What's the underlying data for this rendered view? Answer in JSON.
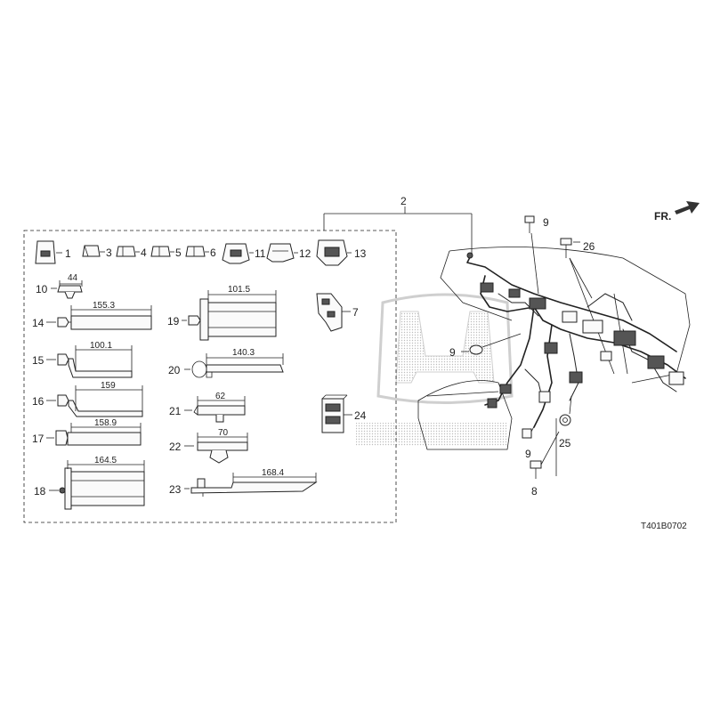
{
  "callouts": {
    "c1": "1",
    "c2": "2",
    "c3": "3",
    "c4": "4",
    "c5": "5",
    "c6": "6",
    "c7": "7",
    "c8": "8",
    "c9a": "9",
    "c9b": "9",
    "c9c": "9",
    "c10": "10",
    "c11": "11",
    "c12": "12",
    "c13": "13",
    "c14": "14",
    "c15": "15",
    "c16": "16",
    "c17": "17",
    "c18": "18",
    "c19": "19",
    "c20": "20",
    "c21": "21",
    "c22": "22",
    "c23": "23",
    "c24": "24",
    "c25": "25",
    "c26": "26"
  },
  "dimensions": {
    "d10": "44",
    "d14": "155.3",
    "d15": "100.1",
    "d16": "159",
    "d17": "158.9",
    "d18": "164.5",
    "d19": "101.5",
    "d20": "140.3",
    "d21": "62",
    "d22": "70",
    "d23": "168.4"
  },
  "direction_label": "FR.",
  "diagram_code": "T401B0702",
  "icons": {
    "front_arrow": "arrow-right-icon",
    "watermark": "honda-logo-watermark"
  }
}
